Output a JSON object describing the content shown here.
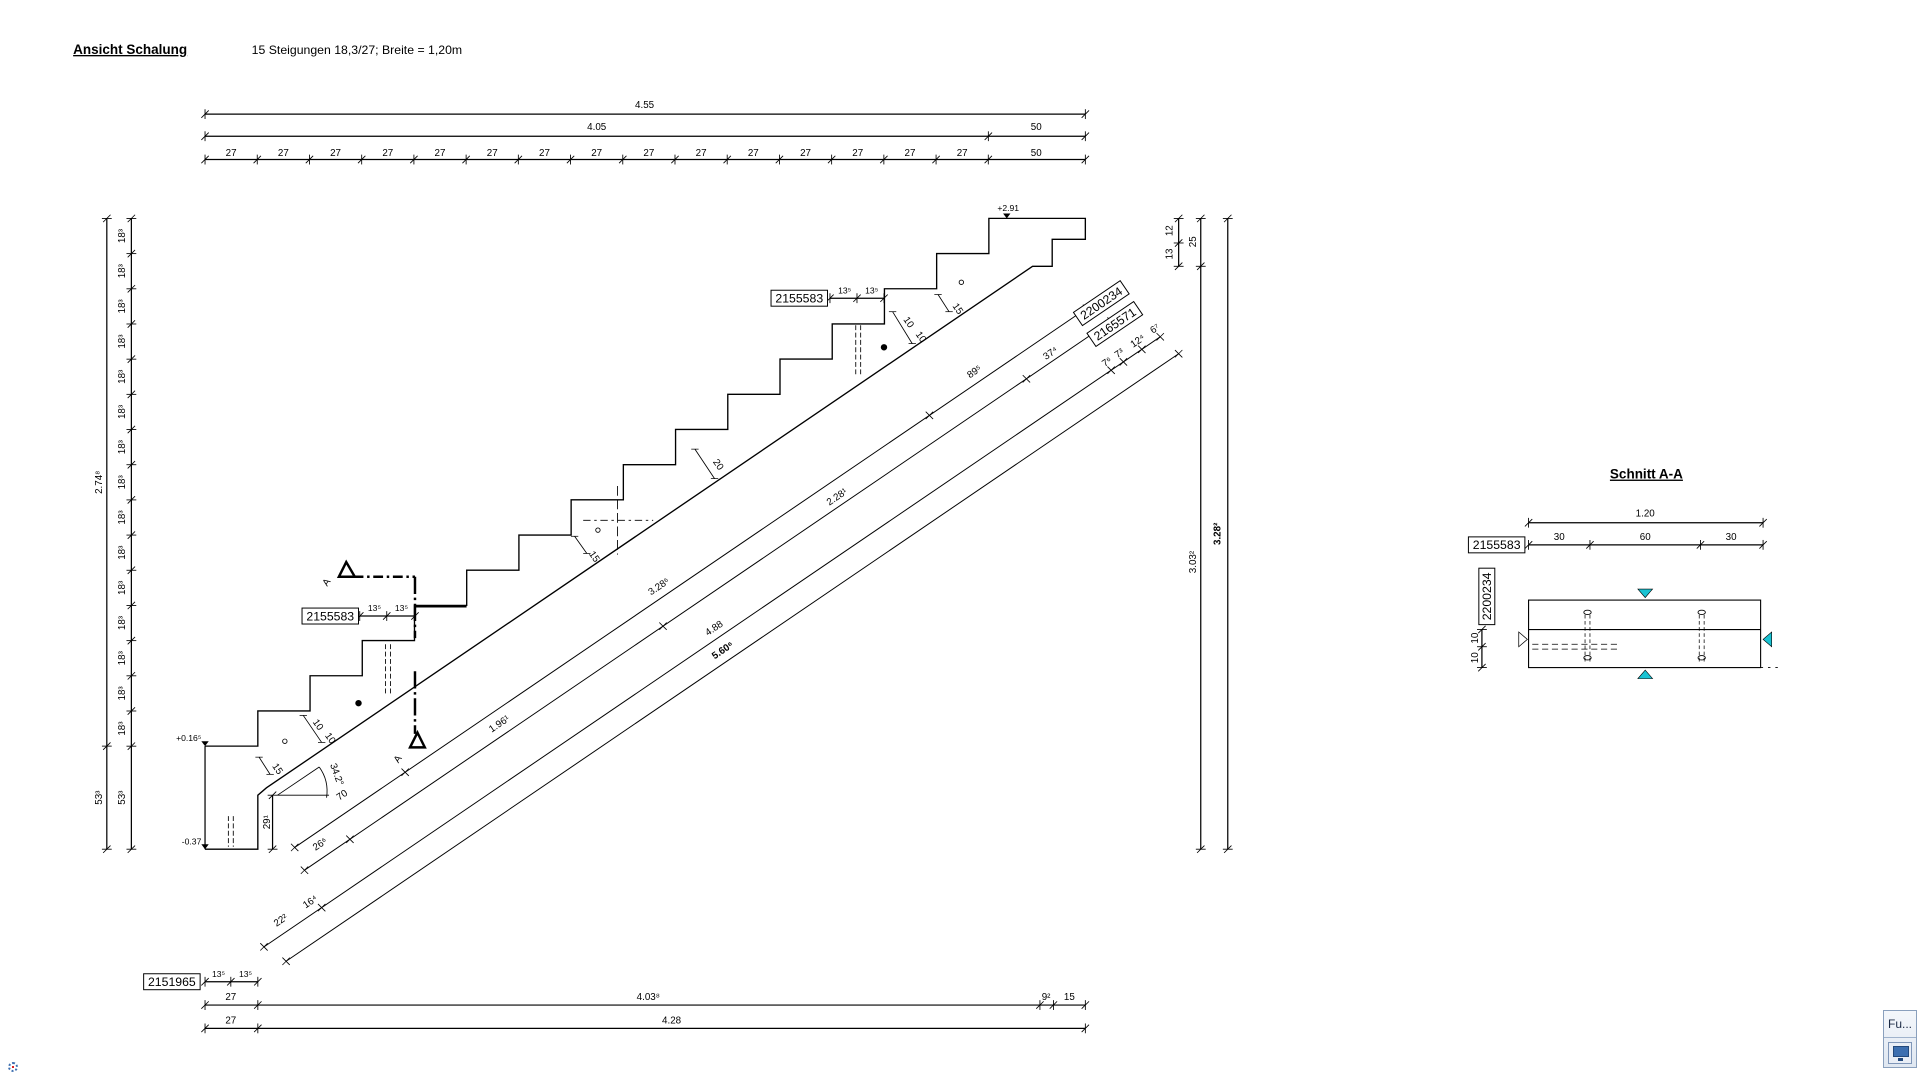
{
  "header": {
    "title": "Ansicht Schalung",
    "subtitle": "15 Steigungen 18,3/27; Breite = 1,20m"
  },
  "elevation": {
    "top_dims": {
      "total": "4.55",
      "flight": "4.05",
      "landing": "50",
      "tread": "27",
      "landing_tread": "50"
    },
    "left_dims": {
      "total": "2.74⁸",
      "riser": "18³",
      "base_outer": "53³",
      "base_inner": "53³"
    },
    "right_dims": {
      "a": "13",
      "b": "12",
      "c": "25",
      "d": "3.03²",
      "e": "3.28²"
    },
    "bottom_dims": {
      "box": "2151965",
      "half1": "13⁵",
      "half2": "13⁵",
      "start": "27",
      "run": "4.03⁸",
      "gap": "9²",
      "end": "15",
      "start2": "27",
      "total": "4.28"
    },
    "levels": {
      "top": "+2.91",
      "mid": "+0.16⁵",
      "bottom": "-0.37"
    },
    "section_mark": "A",
    "rebar_boxes": {
      "lower": "2155583",
      "upper": "2155583",
      "diag1": "2200234",
      "diag2": "2165571"
    },
    "rebar_spacing": {
      "lower_a": "13⁵",
      "lower_b": "13⁵",
      "upper_a": "13⁵",
      "upper_b": "13⁵"
    },
    "diagonal_dims": {
      "l0": [
        "70",
        "3.28⁶",
        "89⁵"
      ],
      "l1": [
        "26⁶",
        "1.96¹",
        "2.28¹",
        "37⁴"
      ],
      "l2": [
        "22²",
        "16⁴",
        "4.88",
        "7⁶",
        "7³",
        "12⁴",
        "6⁷"
      ],
      "l3": [
        "5.60⁶"
      ]
    },
    "cover_dims": {
      "c15a": "15",
      "c10a": "10",
      "c10b": "10",
      "c15b": "15",
      "c20": "20",
      "c10c": "10",
      "c10d": "10",
      "c15c": "15",
      "h29": "29¹",
      "angle": "34.2°"
    }
  },
  "section": {
    "title": "Schnitt A-A",
    "total": "1.20",
    "parts": [
      "30",
      "60",
      "30"
    ],
    "box_top": "2155583",
    "box_side": "2200234",
    "left_dims": [
      "10",
      "10"
    ],
    "marker_color": "#19c3d3"
  },
  "widget": {
    "label": "Fu..."
  }
}
